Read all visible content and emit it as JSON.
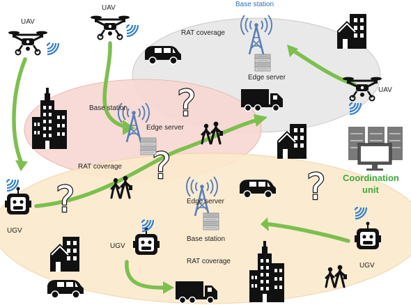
{
  "labels": {
    "uav_1": "UAV",
    "uav_2": "UAV",
    "uav_3": "UAV",
    "ugv_1": "UGV",
    "ugv_2": "UGV",
    "ugv_3": "UGV",
    "bs_top": "Base station",
    "bs_left": "Base station",
    "bs_bottom": "Base station",
    "rat_top": "RAT coverage",
    "rat_mid": "RAT coverage",
    "rat_bottom": "RAT coverage",
    "edge_top": "Edge server",
    "edge_left": "Edge server",
    "edge_bottom": "Edge server",
    "coordination_1": "Coordination",
    "coordination_2": "unit"
  },
  "colors": {
    "coverage_gray": "#e9e9e9",
    "coverage_red": "#f7d7d2",
    "coverage_yellow": "#fbe9cc",
    "arrow_green": "#7cbf4e",
    "tower_blue": "#5a7fb5",
    "coordination_green": "#3ea83a",
    "signal_blue": "#2f7fcf"
  },
  "icons": [
    "uav-icon",
    "ugv-icon",
    "base-station-icon",
    "edge-server-icon",
    "building-icon",
    "house-icon",
    "van-icon",
    "truck-icon",
    "pedestrians-icon",
    "question-mark-icon",
    "server-rack-icon",
    "monitor-icon"
  ]
}
